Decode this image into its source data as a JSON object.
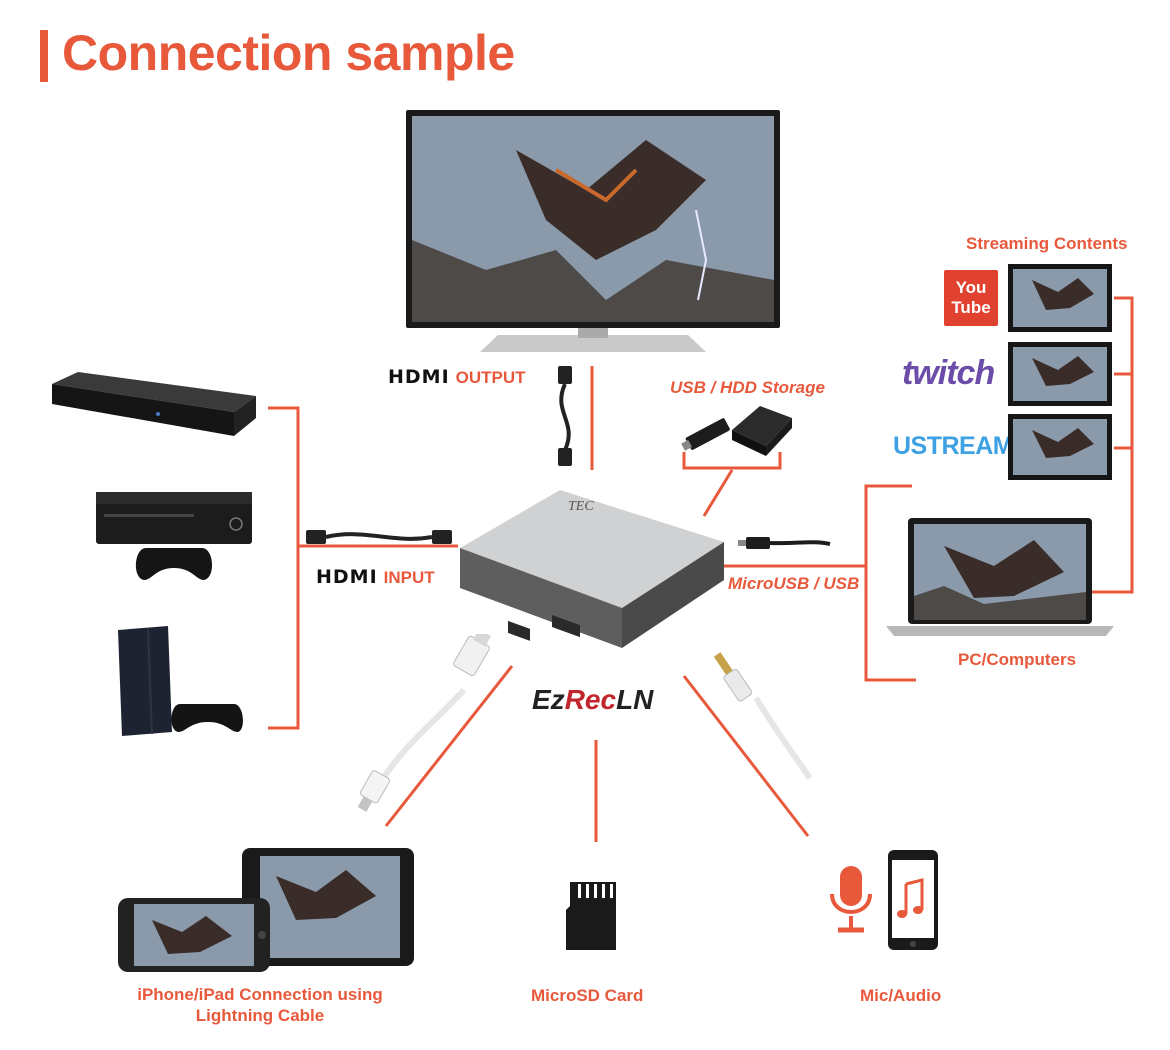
{
  "title": "Connection sample",
  "hdmi_logo": "HDMI",
  "hdmi_output_label": "OUTPUT",
  "hdmi_input_label": "INPUT",
  "usb_storage_label": "USB / HDD Storage",
  "microusb_label": "MicroUSB / USB",
  "streaming_label": "Streaming Contents",
  "pc_label": "PC/Computers",
  "iphone_label_line1": "iPhone/iPad Connection using",
  "iphone_label_line2": "Lightning Cable",
  "microsd_label": "MicroSD Card",
  "mic_label": "Mic/Audio",
  "brand": {
    "part1": "Ez",
    "part2": "Rec",
    "part3": "LN"
  },
  "device_logo": "TEC",
  "services": {
    "youtube_line1": "You",
    "youtube_line2": "Tube",
    "twitch": "twitch",
    "ustream": "USTREAM"
  },
  "colors": {
    "accent": "#e8593c",
    "youtube": "#e1412f",
    "twitch": "#6b4ca8",
    "ustream": "#3ea1e3"
  },
  "icons": [
    "tv-icon",
    "bluray-player-icon",
    "xbox-one-icon",
    "ps4-icon",
    "hdmi-cable-icon",
    "usb-drive-icon",
    "hdd-icon",
    "microusb-cable-icon",
    "laptop-icon",
    "lightning-cable-icon",
    "iphone-icon",
    "ipad-icon",
    "microsd-icon",
    "audio-cable-icon",
    "microphone-icon",
    "music-phone-icon",
    "ezrecln-device-icon"
  ]
}
